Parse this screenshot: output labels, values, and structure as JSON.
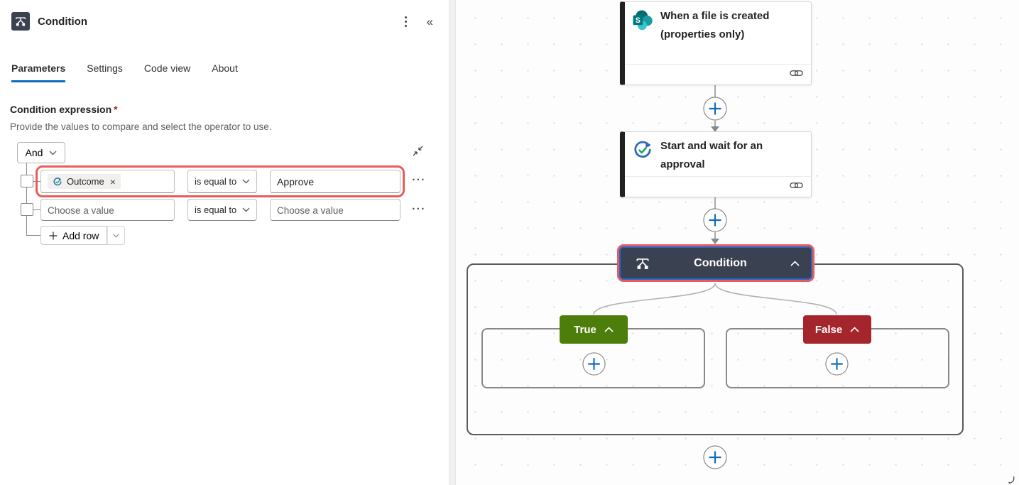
{
  "panel": {
    "header": {
      "title": "Condition"
    },
    "tabs": [
      {
        "label": "Parameters",
        "active": true
      },
      {
        "label": "Settings",
        "active": false
      },
      {
        "label": "Code view",
        "active": false
      },
      {
        "label": "About",
        "active": false
      }
    ],
    "expression": {
      "label": "Condition expression",
      "required_mark": "*",
      "help_text": "Provide the values to compare and select the operator to use.",
      "group_operator": "And",
      "rows": [
        {
          "value_token": "Outcome",
          "token_close": "×",
          "operator": "is equal to",
          "compare_value": "Approve",
          "highlighted": true
        },
        {
          "value_placeholder": "Choose a value",
          "operator": "is equal to",
          "compare_placeholder": "Choose a value",
          "highlighted": false
        }
      ],
      "add_row_label": "Add row"
    }
  },
  "canvas": {
    "trigger_card": {
      "title": "When a file is created (properties only)",
      "icon": "sharepoint-icon"
    },
    "approval_card": {
      "title": "Start and wait for an approval",
      "icon": "approvals-icon"
    },
    "condition_node": {
      "title": "Condition",
      "icon": "condition-icon",
      "selected": true
    },
    "true_branch": {
      "label": "True"
    },
    "false_branch": {
      "label": "False"
    }
  },
  "icons": {
    "collapse_panel": "«"
  },
  "colors": {
    "accent_blue": "#0f6cbd",
    "annotation_red": "#e85d5b",
    "node_background": "#3a4150",
    "node_selected_border": "#2566cf",
    "true_green": "#4d7d0a",
    "false_red": "#a4262c",
    "sharepoint_teal_dark": "#036c70",
    "sharepoint_teal_mid": "#1a9ba1",
    "sharepoint_teal_light": "#37c6d0",
    "approvals_blue": "#2b6cb5",
    "approvals_check_green": "#21a366"
  }
}
